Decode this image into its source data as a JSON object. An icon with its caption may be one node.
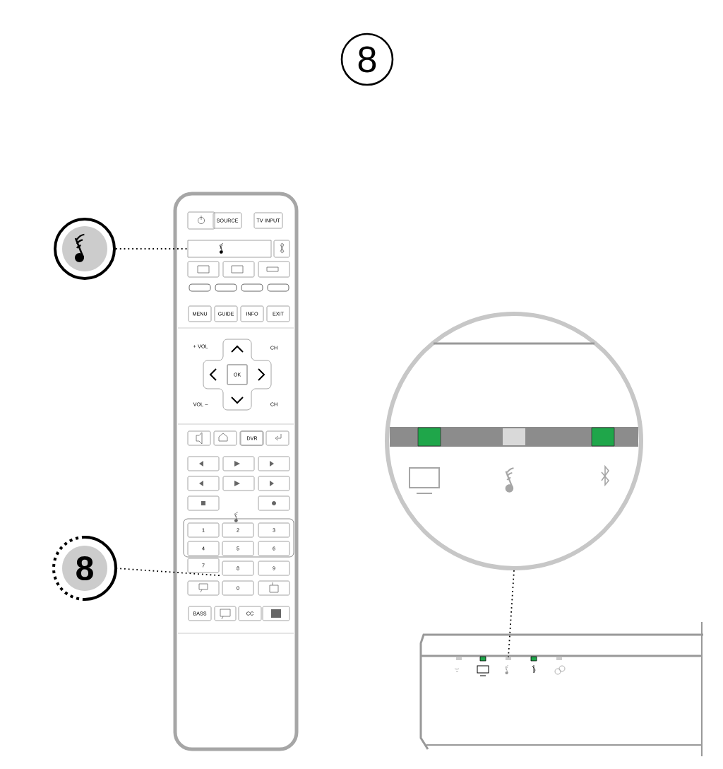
{
  "diagram": {
    "nodes": [
      {
        "text": [
          "8"
        ]
      },
      {
        "text": [],
        "shape": "circle"
      },
      {
        "text": [
          "8"
        ]
      },
      {
        "text": [],
        "shape": "box"
      },
      {
        "text": [
          "8"
        ]
      },
      {
        "text": [],
        "shape": "circle"
      },
      {
        "text": [],
        "shape": "box"
      },
      {
        "text": [
          "SOURCE"
        ]
      },
      {
        "text": [
          "TV INPUT"
        ]
      },
      {
        "text": [
          "MENU"
        ]
      },
      {
        "text": [
          "GUIDE"
        ]
      },
      {
        "text": [
          "INFO"
        ]
      },
      {
        "text": [
          "EXIT"
        ]
      },
      {
        "text": [
          "OK"
        ]
      },
      {
        "text": [
          "DVR"
        ]
      },
      {
        "text": [
          "1"
        ]
      },
      {
        "text": [
          "2"
        ]
      },
      {
        "text": [
          "3"
        ]
      },
      {
        "text": [
          "4"
        ]
      },
      {
        "text": [
          "5"
        ]
      },
      {
        "text": [
          "6"
        ]
      },
      {
        "text": [
          "7"
        ]
      },
      {
        "text": [
          "9"
        ]
      },
      {
        "text": [
          "0"
        ]
      },
      {
        "text": [
          "BASS"
        ]
      },
      {
        "text": [
          "CC"
        ]
      }
    ],
    "edges": [
      {
        "from": 1,
        "to": 3,
        "arrow": "none"
      },
      {
        "from": 2,
        "to": 4,
        "arrow": "none"
      },
      {
        "from": 5,
        "to": 6,
        "arrow": "none"
      }
    ],
    "labels": [
      "+ VOL",
      "CH",
      "VOL –",
      "CH"
    ]
  }
}
